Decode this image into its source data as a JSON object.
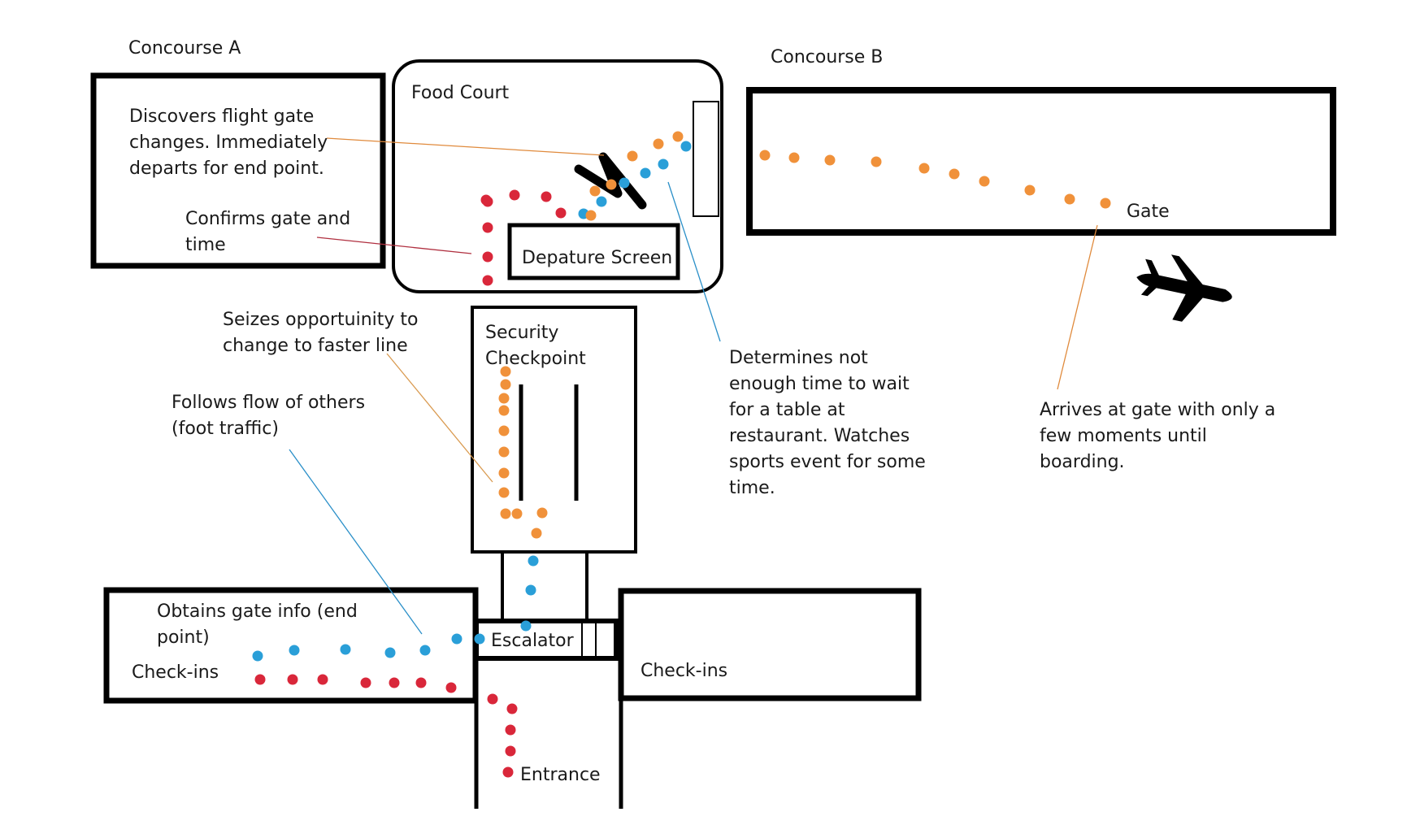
{
  "labels": {
    "concourse_a": "Concourse A",
    "concourse_b": "Concourse B",
    "food_court": "Food Court",
    "departure_screen": "Depature Screen",
    "security": [
      "Security",
      "Checkpoint"
    ],
    "gate": "Gate",
    "escalator": "Escalator",
    "check_ins_left": "Check-ins",
    "check_ins_right": "Check-ins",
    "entrance": "Entrance"
  },
  "annotations": {
    "discovers": [
      "Discovers flight gate",
      "changes. Immediately",
      "departs for end point."
    ],
    "confirms": [
      "Confirms gate and",
      "time"
    ],
    "seizes": [
      "Seizes opportuinity to",
      "change to faster line"
    ],
    "follows": [
      "Follows flow of others",
      "(foot traffic)"
    ],
    "obtains": [
      "Obtains gate info (end",
      "point)"
    ],
    "determines": [
      "Determines not",
      "enough time to wait",
      "for a table at",
      "restaurant. Watches",
      "sports event for some",
      "time."
    ],
    "arrives": [
      "Arrives at gate with only a",
      "few moments until",
      "boarding."
    ]
  },
  "colors": {
    "red_path": "#d9273a",
    "blue_path": "#2a9fd8",
    "orange_path": "#f0913a",
    "outline": "#000000"
  },
  "icons": {
    "airplane": "airplane-icon"
  }
}
